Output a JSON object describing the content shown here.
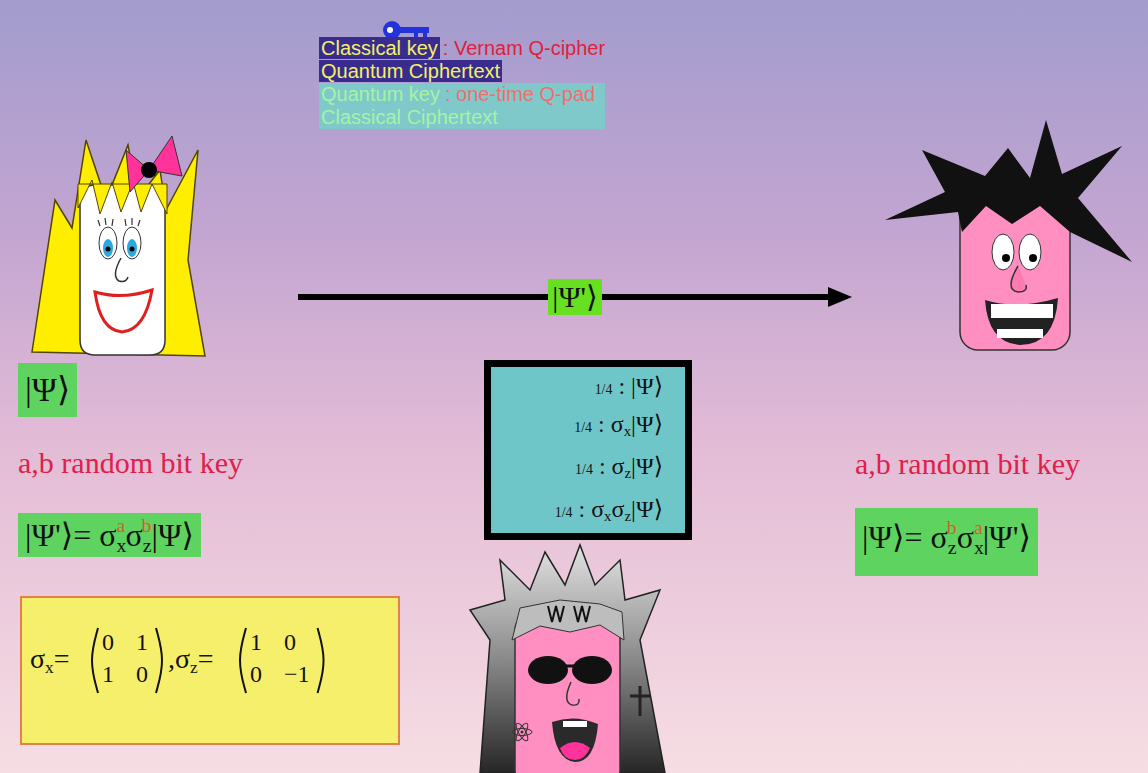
{
  "diagram": {
    "nodes": [
      {
        "text": [
          "|Ψ⟩"
        ]
      },
      {
        "text": [
          "a,b random bit key",
          "|Ψ⟩= σzbσxa|Ψ'⟩"
        ]
      },
      {
        "text": [
          "1/4 : |Ψ⟩",
          "1/4 : σx|Ψ⟩",
          "1/4 : σz|Ψ⟩",
          "1/4 : σxσz|Ψ⟩"
        ]
      },
      {
        "text": [
          "σx=",
          "0 1",
          "1 0",
          ",σz=",
          "1 0",
          "0 −1"
        ]
      }
    ],
    "edges": [
      {
        "from": 0,
        "to": 1,
        "arrow": "to",
        "label": "|Ψ'⟩"
      }
    ],
    "labels": [
      "Classical key",
      ": Vernam Q-cipher",
      "Quantum Ciphertext",
      "Quantum key",
      ": one-time Q-pad",
      "Classical Ciphertext",
      "a,b random bit key",
      "|Ψ'⟩= σxaσzb|Ψ⟩"
    ]
  }
}
